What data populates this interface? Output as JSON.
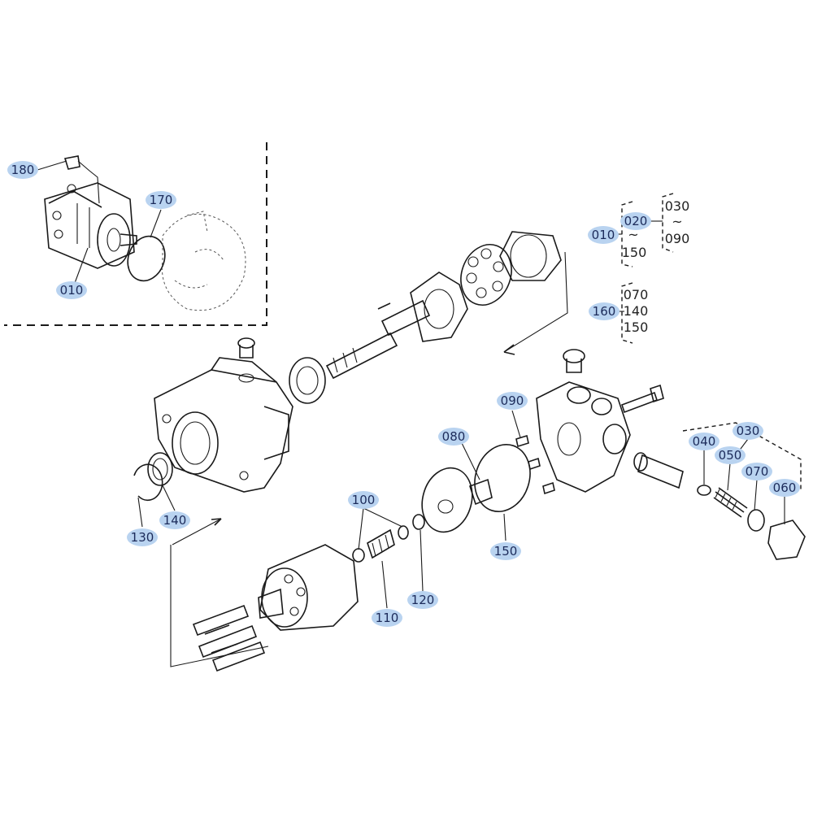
{
  "highlight_color": "#b9d3f0",
  "callouts": [
    {
      "id": "c180",
      "label": "180"
    },
    {
      "id": "c170",
      "label": "170"
    },
    {
      "id": "c010a",
      "label": "010"
    },
    {
      "id": "c090",
      "label": "090"
    },
    {
      "id": "c080",
      "label": "080"
    },
    {
      "id": "c030",
      "label": "030"
    },
    {
      "id": "c040",
      "label": "040"
    },
    {
      "id": "c050",
      "label": "050"
    },
    {
      "id": "c070",
      "label": "070"
    },
    {
      "id": "c060",
      "label": "060"
    },
    {
      "id": "c100",
      "label": "100"
    },
    {
      "id": "c110",
      "label": "110"
    },
    {
      "id": "c120",
      "label": "120"
    },
    {
      "id": "c130",
      "label": "130"
    },
    {
      "id": "c140",
      "label": "140"
    },
    {
      "id": "c150",
      "label": "150"
    }
  ],
  "group_010": {
    "root": "010",
    "sub": "020",
    "tilde": "~",
    "end": "150",
    "inner_start": "030",
    "inner_tilde": "~",
    "inner_end": "090"
  },
  "group_160": {
    "root": "160",
    "items": [
      "070",
      "140",
      "150"
    ]
  }
}
